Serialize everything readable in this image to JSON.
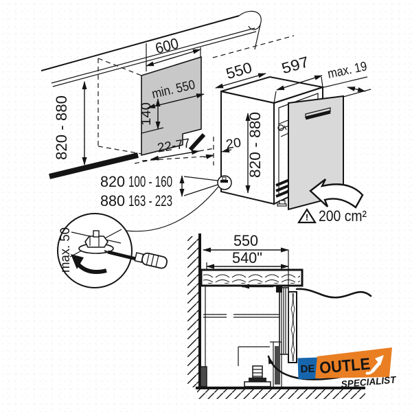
{
  "colors": {
    "line": "#141414",
    "niche_panel": "#c8c8c8",
    "door_panel": "#d9d9d9",
    "logo_blue": "#1766ad",
    "logo_orange": "#e97e23",
    "logo_text": "#ffffff"
  },
  "niche": {
    "width": "600",
    "min_depth": "min. 550",
    "step_height": "140",
    "bottom_clearance": "22-77",
    "height_range": "820 - 880"
  },
  "mounting_rows": [
    {
      "niche_height": "820",
      "adjust_range": "100 - 160"
    },
    {
      "niche_height": "880",
      "adjust_range": "163 - 223"
    }
  ],
  "appliance": {
    "depth": "550",
    "width": "597",
    "door_thickness": "max. 19",
    "side_gap": "20",
    "height_range": "820 - 880"
  },
  "ventilation": {
    "warning_mark": "!",
    "area": "200 cm²"
  },
  "foot_detail": {
    "max_height": "max. 50"
  },
  "cross_section": {
    "counter_depth": "550",
    "inner_depth": "540\""
  },
  "logo": {
    "prefix": "DE",
    "name": "OUTLE",
    "tagline": "SPECIALIST"
  }
}
